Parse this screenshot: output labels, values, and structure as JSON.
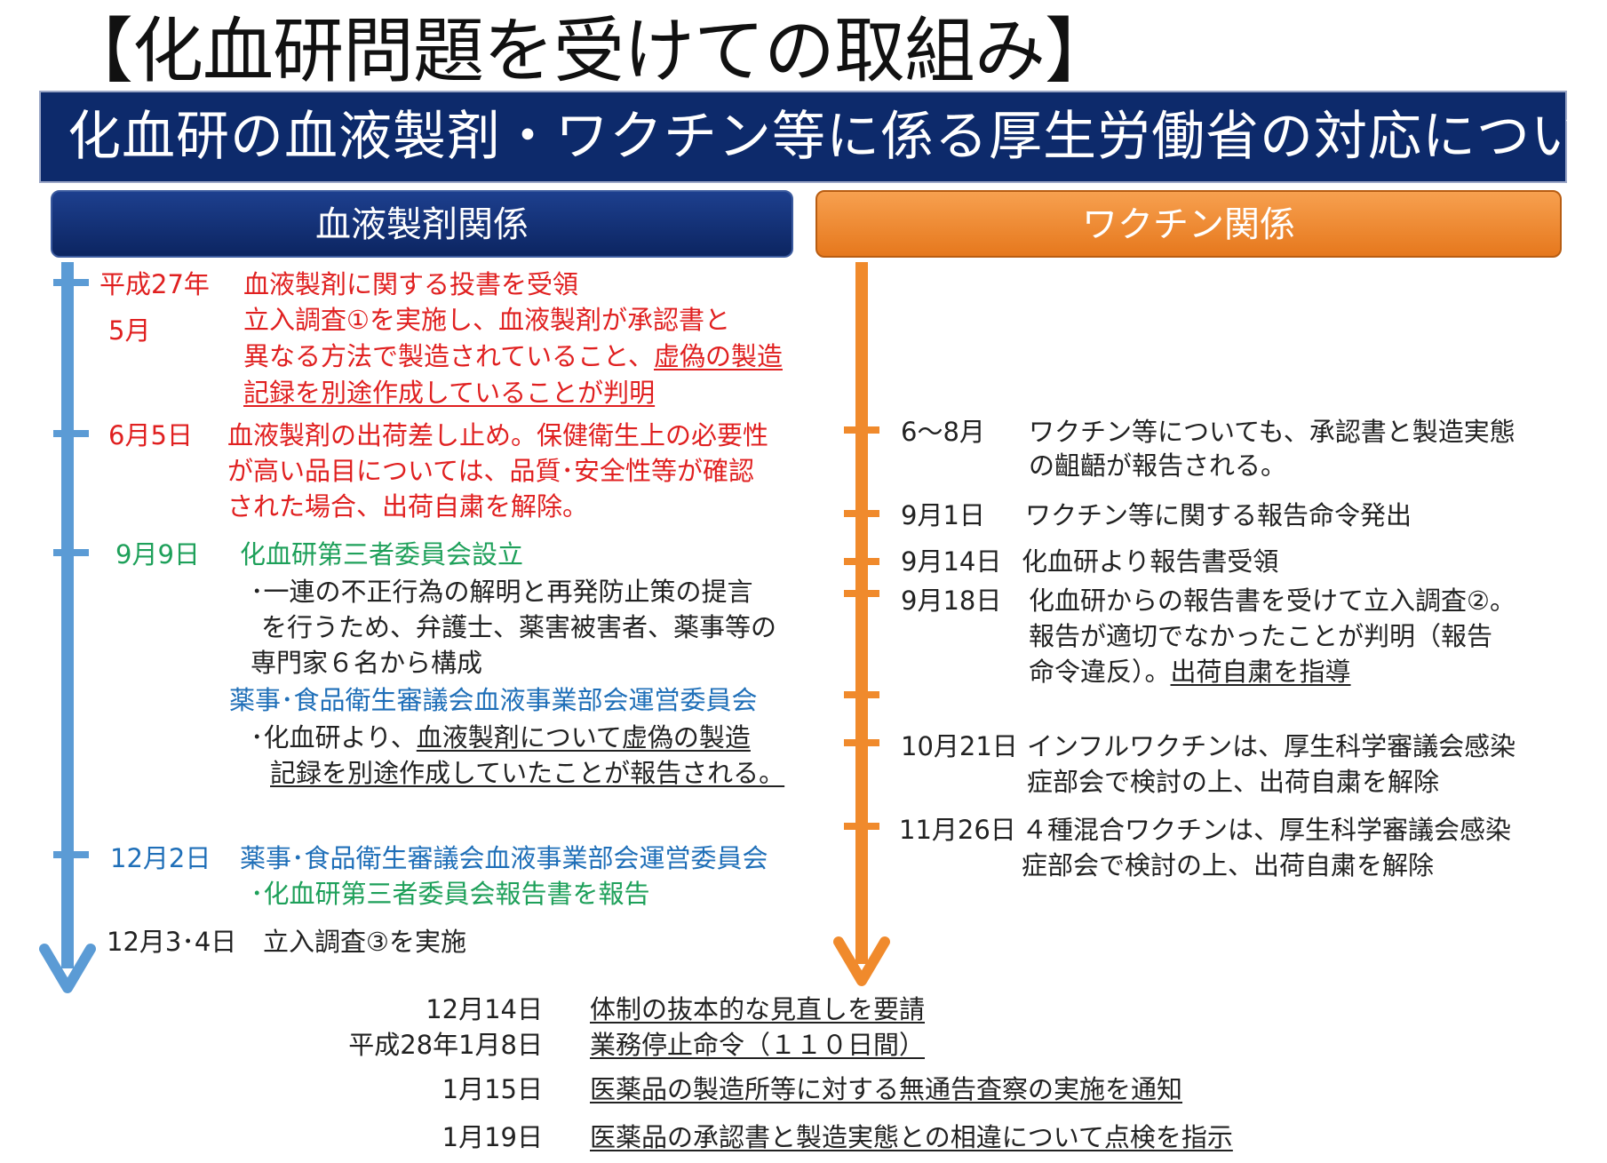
{
  "title": "【化血研問題を受けての取組み】",
  "banner": "化血研の血液製剤・ワクチン等に係る厚生労働省の対応について",
  "headers": {
    "blood": "血液製剤関係",
    "vaccine": "ワクチン関係"
  },
  "colors": {
    "navy": "#0d2a6b",
    "orange": "#f08a2c",
    "blue_arrow": "#5b9bd5",
    "red": "#e02020",
    "green": "#1ea05a",
    "blue_text": "#1f6fb8"
  },
  "blood": {
    "e1": {
      "date1": "平成27年",
      "date2": "5月",
      "l1": "血液製剤に関する投書を受領",
      "l2": "立入調査①を実施し、血液製剤が承認書と",
      "l3a": "異なる方法で製造されていること、",
      "l3b": "虚偽の製造",
      "l4": "記録を別途作成していることが判明"
    },
    "e2": {
      "date": "6月5日",
      "l1": "血液製剤の出荷差し止め。保健衛生上の必要性",
      "l2": "が高い品目については、品質･安全性等が確認",
      "l3": "された場合、出荷自粛を解除。"
    },
    "e3": {
      "date": "9月9日",
      "l1": "化血研第三者委員会設立",
      "l2": "･一連の不正行為の解明と再発防止策の提言",
      "l3": "を行うため、弁護士、薬害被害者、薬事等の",
      "l4": "専門家６名から構成",
      "l5": "薬事･食品衛生審議会血液事業部会運営委員会",
      "l6a": "･化血研より、",
      "l6b": "血液製剤について虚偽の製造",
      "l7": "記録を別途作成していたことが報告される。"
    },
    "e4": {
      "date": "12月2日",
      "l1": "薬事･食品衛生審議会血液事業部会運営委員会",
      "l2": "･化血研第三者委員会報告書を報告"
    },
    "e5": {
      "date": "12月3･4日",
      "l1": "立入調査③を実施"
    }
  },
  "vaccine": {
    "e1": {
      "date": "6～8月",
      "l1": "ワクチン等についても、承認書と製造実態",
      "l2": "の齟齬が報告される。"
    },
    "e2": {
      "date": "9月1日",
      "l1": "ワクチン等に関する報告命令発出"
    },
    "e3": {
      "date": "9月14日",
      "l1": "化血研より報告書受領"
    },
    "e4": {
      "date": "9月18日",
      "l1": "化血研からの報告書を受けて立入調査②。",
      "l2": "報告が適切でなかったことが判明（報告",
      "l3a": "命令違反）。",
      "l3b": "出荷自粛を指導"
    },
    "e5": {
      "date": "10月21日",
      "l1": "インフルワクチンは、厚生科学審議会感染",
      "l2": "症部会で検討の上、出荷自粛を解除"
    },
    "e6": {
      "date": "11月26日",
      "l1": "４種混合ワクチンは、厚生科学審議会感染",
      "l2": "症部会で検討の上、出荷自粛を解除"
    }
  },
  "bottom": [
    {
      "date": "12月14日",
      "text": "体制の抜本的な見直しを要請"
    },
    {
      "date": "平成28年1月8日",
      "text": "業務停止命令（１１０日間）"
    },
    {
      "date": "1月15日",
      "text": "医薬品の製造所等に対する無通告査察の実施を通知"
    },
    {
      "date": "1月19日",
      "text": "医薬品の承認書と製造実態との相違について点検を指示"
    }
  ]
}
